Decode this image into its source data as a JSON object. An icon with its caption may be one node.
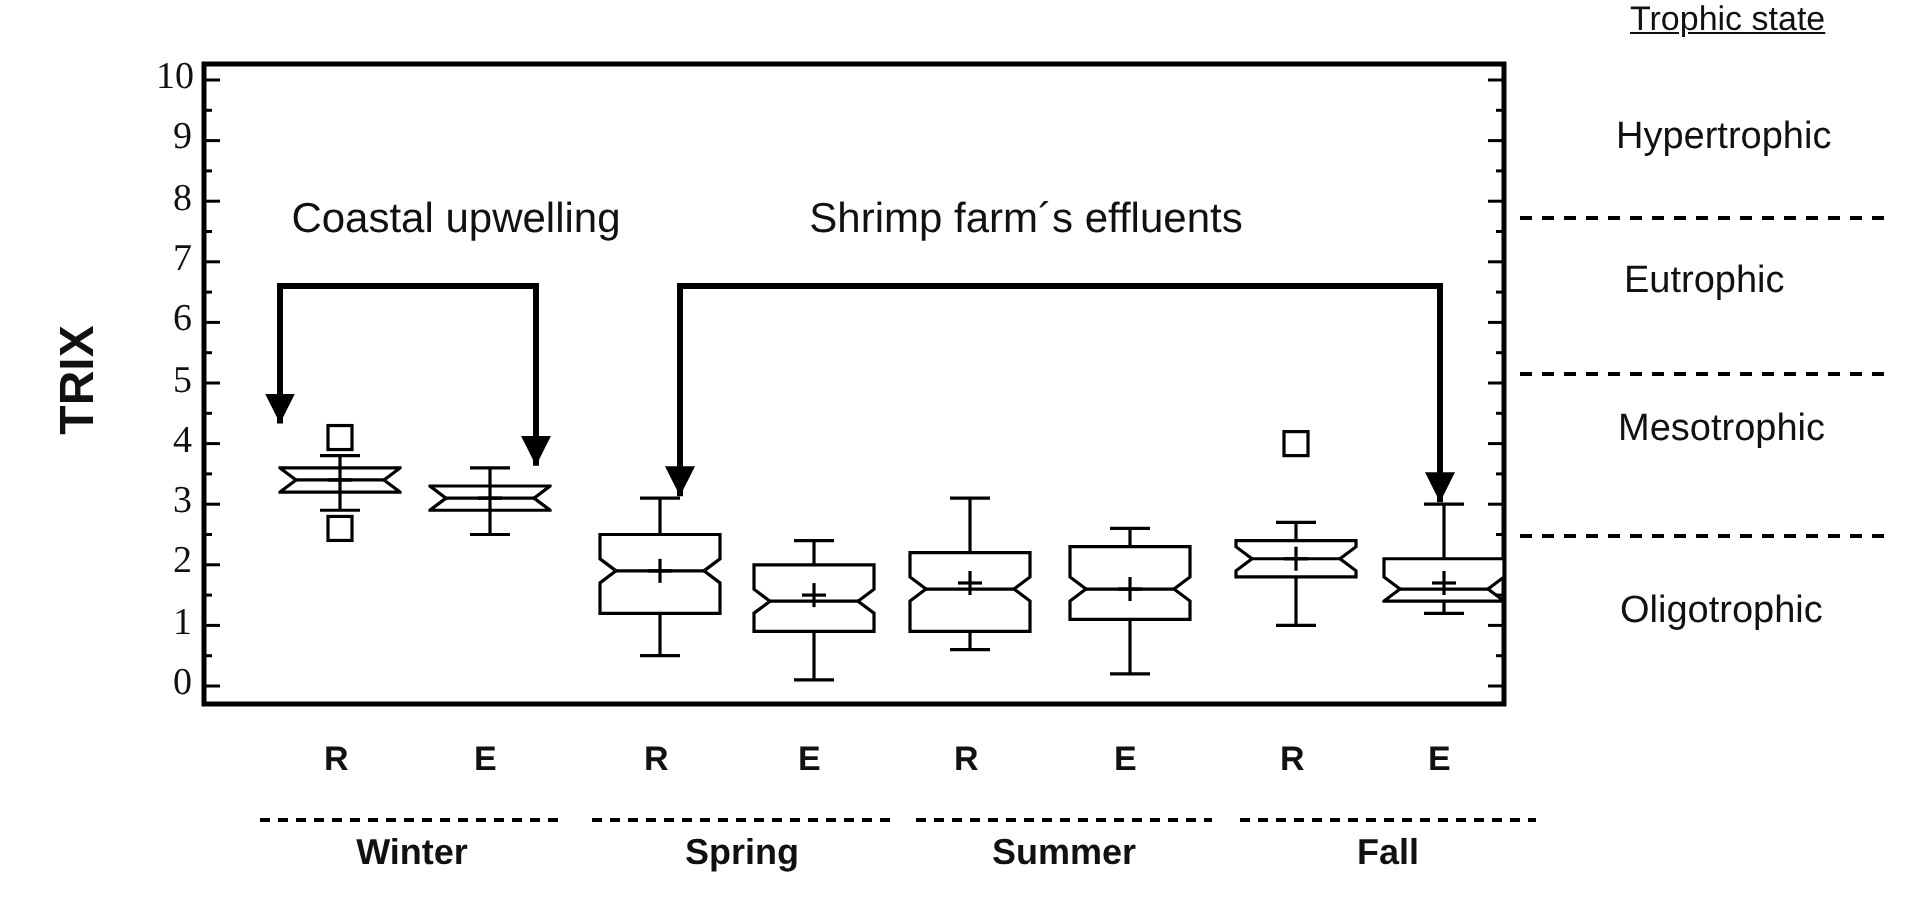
{
  "diagram": {
    "nodes": [
      {
        "text": [
          "Coastal upwelling"
        ]
      },
      {
        "text": [
          "Shrimp farm´s effluents"
        ]
      },
      {
        "text": [],
        "shape": "box"
      },
      {
        "text": [],
        "shape": "box"
      },
      {
        "text": [],
        "shape": "box"
      },
      {
        "text": [],
        "shape": "box"
      },
      {
        "text": [],
        "shape": "box"
      },
      {
        "text": [],
        "shape": "box"
      },
      {
        "text": [],
        "shape": "box"
      },
      {
        "text": [],
        "shape": "box"
      }
    ],
    "edges": [
      {
        "from": 0,
        "to": 2,
        "arrow": "to"
      },
      {
        "from": 0,
        "to": 3,
        "arrow": "to"
      },
      {
        "from": 1,
        "to": 4,
        "arrow": "to"
      },
      {
        "from": 1,
        "to": 9,
        "arrow": "to"
      }
    ],
    "labels": [
      "Trophic state",
      "Hypertrophic",
      "Eutrophic",
      "Mesotrophic",
      "Oligotrophic",
      "TRIX",
      "10",
      "9",
      "8",
      "7",
      "6",
      "5",
      "4",
      "3",
      "2",
      "1",
      "0",
      "R",
      "E",
      "R",
      "E",
      "R",
      "E",
      "R",
      "E",
      "Winter",
      "Spring",
      "Summer",
      "Fall"
    ]
  }
}
